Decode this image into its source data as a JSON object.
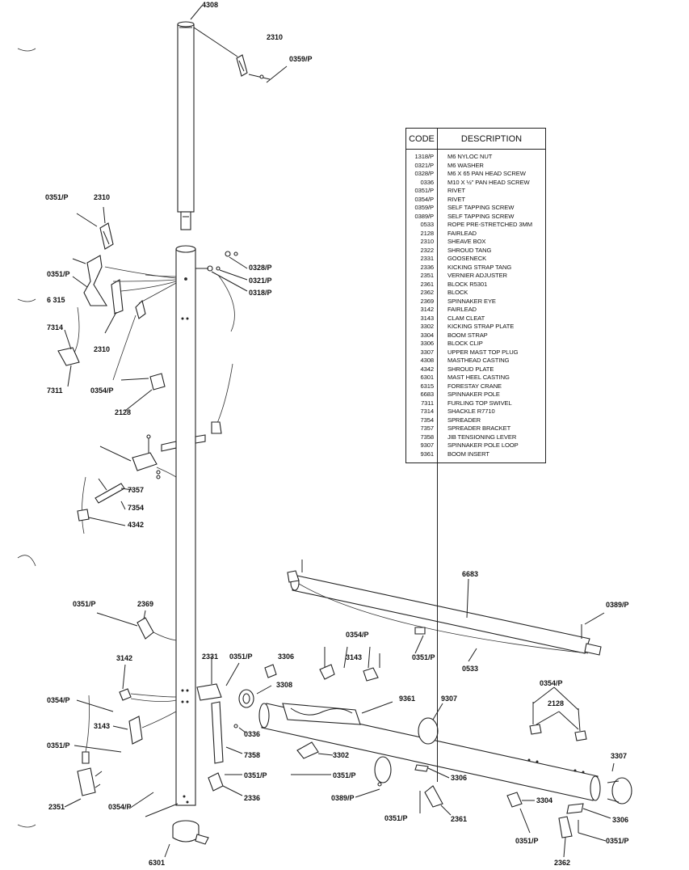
{
  "table": {
    "code_header": "CODE",
    "description_header": "DESCRIPTION",
    "rows": [
      {
        "code": "1318/P",
        "desc": "M6 NYLOC NUT"
      },
      {
        "code": "0321/P",
        "desc": "M6 WASHER"
      },
      {
        "code": "0328/P",
        "desc": "M6 X 65 PAN HEAD SCREW"
      },
      {
        "code": "0336",
        "desc": "M10 X ½\" PAN HEAD SCREW"
      },
      {
        "code": "0351/P",
        "desc": "RIVET"
      },
      {
        "code": "0354/P",
        "desc": "RIVET"
      },
      {
        "code": "0359/P",
        "desc": "SELF TAPPING SCREW"
      },
      {
        "code": "0389/P",
        "desc": "SELF TAPPING SCREW"
      },
      {
        "code": "0533",
        "desc": "ROPE PRE-STRETCHED 3MM"
      },
      {
        "code": "2128",
        "desc": "FAIRLEAD"
      },
      {
        "code": "2310",
        "desc": "SHEAVE BOX"
      },
      {
        "code": "2322",
        "desc": "SHROUD TANG"
      },
      {
        "code": "2331",
        "desc": "GOOSENECK"
      },
      {
        "code": "2336",
        "desc": "KICKING STRAP TANG"
      },
      {
        "code": "2351",
        "desc": "VERNIER ADJUSTER"
      },
      {
        "code": "2361",
        "desc": "BLOCK R5301"
      },
      {
        "code": "2362",
        "desc": "BLOCK"
      },
      {
        "code": "2369",
        "desc": "SPINNAKER EYE"
      },
      {
        "code": "3142",
        "desc": "FAIRLEAD"
      },
      {
        "code": "3143",
        "desc": "CLAM CLEAT"
      },
      {
        "code": "3302",
        "desc": "KICKING STRAP PLATE"
      },
      {
        "code": "3304",
        "desc": "BOOM STRAP"
      },
      {
        "code": "3306",
        "desc": "BLOCK CLIP"
      },
      {
        "code": "3307",
        "desc": "UPPER MAST TOP PLUG"
      },
      {
        "code": "4308",
        "desc": "MASTHEAD CASTING"
      },
      {
        "code": "4342",
        "desc": "SHROUD PLATE"
      },
      {
        "code": "6301",
        "desc": "MAST HEEL CASTING"
      },
      {
        "code": "6315",
        "desc": "FORESTAY CRANE"
      },
      {
        "code": "6683",
        "desc": "SPINNAKER POLE"
      },
      {
        "code": "7311",
        "desc": "FURLING TOP SWIVEL"
      },
      {
        "code": "7314",
        "desc": "SHACKLE R7710"
      },
      {
        "code": "7354",
        "desc": "SPREADER"
      },
      {
        "code": "7357",
        "desc": "SPREADER BRACKET"
      },
      {
        "code": "7358",
        "desc": "JIB TENSIONING LEVER"
      },
      {
        "code": "9307",
        "desc": "SPINNAKER POLE LOOP"
      },
      {
        "code": "9361",
        "desc": "BOOM INSERT"
      }
    ]
  },
  "callouts": {
    "c4308": "4308",
    "c2310_top": "2310",
    "c0359": "0359/P",
    "c0351_a": "0351/P",
    "c2310_b": "2310",
    "c0351_b": "0351/P",
    "c6315": "6 315",
    "c2310_c": "2310",
    "c0328": "0328/P",
    "c0321": "0321/P",
    "c0318": "0318/P",
    "c7314": "7314",
    "c7311": "7311",
    "c0354_a": "0354/P",
    "c2128_a": "2128",
    "c7357": "7357",
    "c7354": "7354",
    "c4342": "4342",
    "c6683": "6683",
    "c0389_a": "0389/P",
    "c0351_c": "0351/P",
    "c2369": "2369",
    "c0354_b": "0354/P",
    "c0351_d": "0351/P",
    "c0533": "0533",
    "c3142": "3142",
    "c2331": "2331",
    "c0351_e": "0351/P",
    "c3306_a": "3306",
    "c3143_a": "3143",
    "c3308": "3308",
    "c9361": "9361",
    "c9307": "9307",
    "c0354_c": "0354/P",
    "c2128_b": "2128",
    "c0354_d": "0354/P",
    "c3143_b": "3143",
    "c0336": "0336",
    "c0351_f": "0351/P",
    "c3302": "3302",
    "c7358": "7358",
    "c0351_g": "0351/P",
    "c0351_h": "0351/P",
    "c3306_b": "3306",
    "c3307": "3307",
    "c2351": "2351",
    "c0354_e": "0354/P",
    "c2336": "2336",
    "c0389_b": "0389/P",
    "c3304": "3304",
    "c0351_i": "0351/P",
    "c2361": "2361",
    "c3306_c": "3306",
    "c0351_j": "0351/P",
    "c0351_k": "0351/P",
    "c6301": "6301",
    "c2362": "2362"
  }
}
